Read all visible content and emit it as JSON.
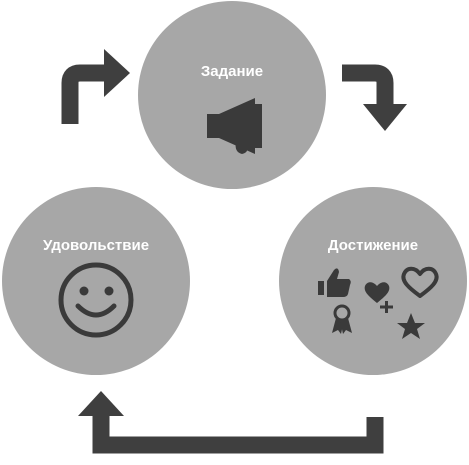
{
  "diagram": {
    "nodes": [
      {
        "label": "Задание",
        "icon": "megaphone-icon"
      },
      {
        "label": "Достижение",
        "icon": "achievement-icons"
      },
      {
        "label": "Удовольствие",
        "icon": "smiley-icon"
      }
    ],
    "colors": {
      "circle": "#a7a7a7",
      "arrow": "#3f3f3f",
      "icon": "#3a3a3a",
      "label": "#ffffff"
    }
  }
}
